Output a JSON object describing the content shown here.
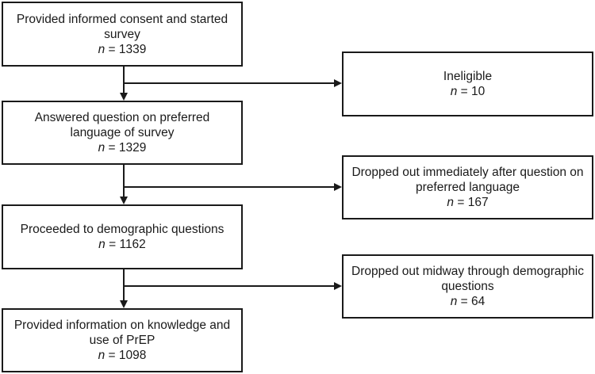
{
  "main_flow": [
    {
      "label": "Provided informed consent and started survey",
      "n_label": "n",
      "n_value": "= 1339"
    },
    {
      "label": "Answered question on preferred language of survey",
      "n_label": "n",
      "n_value": "= 1329"
    },
    {
      "label": "Proceeded to demographic questions",
      "n_label": "n",
      "n_value": "= 1162"
    },
    {
      "label": "Provided information on knowledge and use of PrEP",
      "n_label": "n",
      "n_value": "= 1098"
    }
  ],
  "exclusions": [
    {
      "label": "Ineligible",
      "n_label": "n",
      "n_value": "= 10"
    },
    {
      "label": "Dropped out immediately after question on preferred language",
      "n_label": "n",
      "n_value": "= 167"
    },
    {
      "label": "Dropped out midway through demographic questions",
      "n_label": "n",
      "n_value": "= 64"
    }
  ]
}
